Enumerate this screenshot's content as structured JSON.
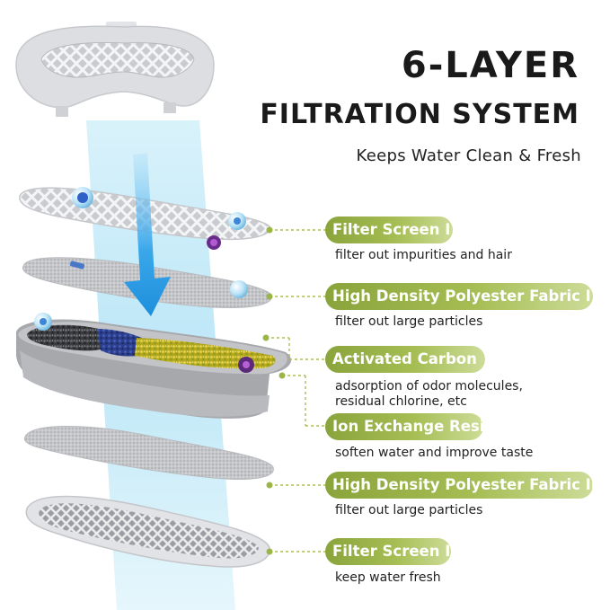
{
  "header": {
    "title_line1": "6-LAYER",
    "title_line2": "FILTRATION SYSTEM",
    "subtitle": "Keeps Water Clean & Fresh"
  },
  "layers": [
    {
      "label": "Filter Screen I",
      "description": "filter out impurities and hair"
    },
    {
      "label": "High Density Polyester Fabric I",
      "description": "filter out large particles"
    },
    {
      "label": "Activated Carbon",
      "description_line1": "adsorption of odor molecules,",
      "description_line2": "residual chlorine, etc"
    },
    {
      "label": "Ion Exchange Resin",
      "description": "soften water and improve taste"
    },
    {
      "label": "High Density Polyester Fabric  II",
      "description": "filter out large particles"
    },
    {
      "label": "Filter Screen II",
      "description": "keep water fresh"
    }
  ],
  "colors": {
    "accent_green": "#9cb548",
    "water_blue": "#8fd6f2",
    "arrow_blue": "#2c9be0",
    "filter_grey": "#d8dadd"
  },
  "icons": [
    "filter-cover-icon",
    "water-flow-arrow-icon",
    "bacteria-icon",
    "particle-icon"
  ]
}
